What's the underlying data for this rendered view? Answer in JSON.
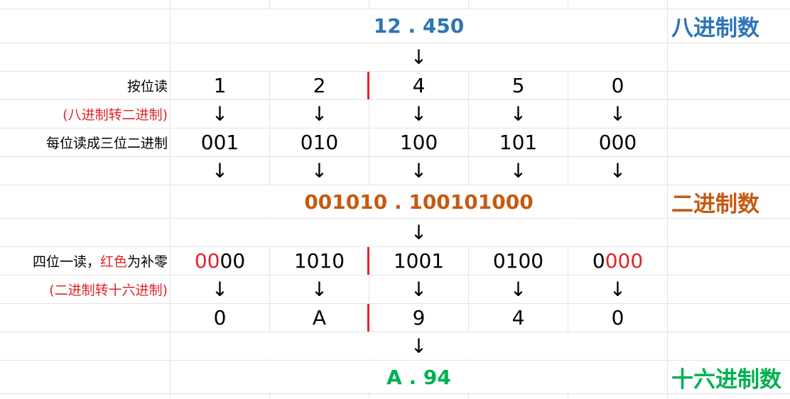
{
  "octal": {
    "value": "12 . 450",
    "label": "八进制数",
    "color": "#2e75b6",
    "digits": [
      "1",
      "2",
      "4",
      "5",
      "0"
    ]
  },
  "row_labels": {
    "read_by_digit": "按位读",
    "octal_to_binary": "(八进制转二进制)",
    "each_digit_three_bits": "每位读成三位二进制",
    "four_bits_prefix": "四位一读，",
    "four_bits_red": "红色",
    "four_bits_suffix": "为补零",
    "binary_to_hex": "(二进制转十六进制)"
  },
  "triplets": [
    "001",
    "010",
    "100",
    "101",
    "000"
  ],
  "binary": {
    "value": "001010 . 100101000",
    "label": "二进制数",
    "color": "#c55a11"
  },
  "nibbles": [
    {
      "red_prefix": "00",
      "black": "00",
      "red_suffix": ""
    },
    {
      "red_prefix": "",
      "black": "1010",
      "red_suffix": ""
    },
    {
      "red_prefix": "",
      "black": "1001",
      "red_suffix": ""
    },
    {
      "red_prefix": "",
      "black": "0100",
      "red_suffix": ""
    },
    {
      "red_prefix": "",
      "black": "0",
      "red_suffix": "000"
    }
  ],
  "hex_digits": [
    "0",
    "A",
    "9",
    "4",
    "0"
  ],
  "hex": {
    "value": "A . 94",
    "label": "十六进制数",
    "color": "#00b050"
  },
  "arrow": "↓",
  "accent_red": "#e0242a"
}
